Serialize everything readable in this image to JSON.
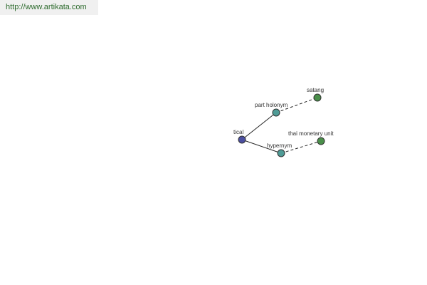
{
  "header": {
    "url": "http://www.artikata.com",
    "url_color": "#2e6b2e"
  },
  "graph": {
    "nodes": {
      "root": {
        "label": "tical",
        "color": "#4b4fa0"
      },
      "relation1": {
        "label": "part holonym",
        "color": "#4f9b96"
      },
      "relation2": {
        "label": "hypernym",
        "color": "#4f9b96"
      },
      "term1": {
        "label": "satang",
        "color": "#4a8f4a"
      },
      "term2": {
        "label": "thai monetary unit",
        "color": "#4a8f4a"
      }
    },
    "edges": [
      {
        "from": "root",
        "to": "relation1",
        "style": "solid"
      },
      {
        "from": "root",
        "to": "relation2",
        "style": "solid"
      },
      {
        "from": "relation1",
        "to": "term1",
        "style": "dashed"
      },
      {
        "from": "relation2",
        "to": "term2",
        "style": "dashed"
      }
    ]
  }
}
